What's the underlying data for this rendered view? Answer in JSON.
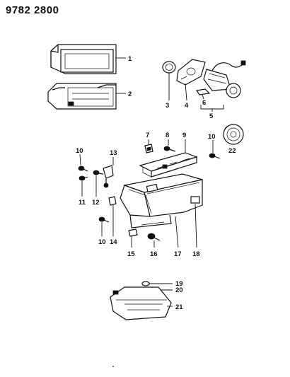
{
  "header": {
    "page_code": "9782 2800"
  },
  "callouts": {
    "c1": "1",
    "c2": "2",
    "c3": "3",
    "c4": "4",
    "c5": "5",
    "c6": "6",
    "c7": "7",
    "c8": "8",
    "c9": "9",
    "c10a": "10",
    "c10b": "10",
    "c10c": "10",
    "c11": "11",
    "c12": "12",
    "c13": "13",
    "c14": "14",
    "c15": "15",
    "c16": "16",
    "c17": "17",
    "c18": "18",
    "c19": "19",
    "c20": "20",
    "c21": "21",
    "c22": "22"
  }
}
